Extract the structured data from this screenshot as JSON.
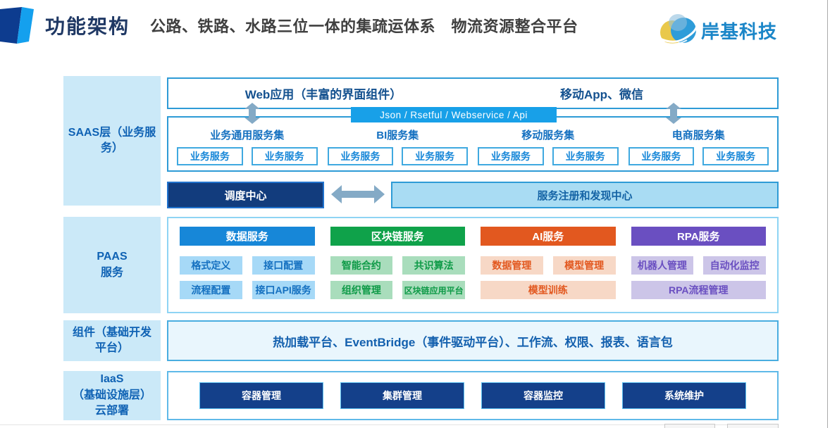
{
  "header": {
    "title": "功能架构",
    "subtitle": "公路、铁路、水路三位一体的集疏运体系　物流资源整合平台",
    "brand_name": "岸基科技",
    "title_color": "#1F3864",
    "brand_color": "#1B86C8"
  },
  "saas": {
    "label": "SAAS层（业务服\n务）",
    "web_app": "Web应用（丰富的界面组件）",
    "mobile_app": "移动App、微信",
    "api_bar": "Json  /  Rsetful  /  Webservice  /  Api",
    "api_bar_color": "#18A0E8",
    "groups": [
      {
        "name": "业务通用服务集",
        "services": [
          "业务服务",
          "业务服务"
        ]
      },
      {
        "name": "BI服务集",
        "services": [
          "业务服务",
          "业务服务"
        ]
      },
      {
        "name": "移动服务集",
        "services": [
          "业务服务",
          "业务服务"
        ]
      },
      {
        "name": "电商服务集",
        "services": [
          "业务服务",
          "业务服务"
        ]
      }
    ],
    "dispatch_center": "调度中心",
    "dispatch_bg": "#123C7D",
    "registry_center": "服务注册和发现中心",
    "registry_bg": "#A9DCF3"
  },
  "paas": {
    "label": "PAAS\n服务",
    "categories": [
      {
        "name": "数据服务",
        "color": "#1787D8",
        "item_bg": "#A6D9F7",
        "item_color": "#1470C0",
        "row1": [
          "格式定义",
          "接口配置"
        ],
        "row2": [
          "流程配置",
          "接口API服务"
        ]
      },
      {
        "name": "区块链服务",
        "color": "#0FA24A",
        "item_bg": "#A9DDBC",
        "item_color": "#0E9A47",
        "row1": [
          "智能合约",
          "共识算法"
        ],
        "row2": [
          "组织管理",
          "区块链应用平台"
        ]
      },
      {
        "name": "AI服务",
        "color": "#E2581F",
        "item_bg": "#F7D8C6",
        "item_color": "#E2581F",
        "row1": [
          "数据管理",
          "模型管理"
        ],
        "row2_wide": "模型训练"
      },
      {
        "name": "RPA服务",
        "color": "#6A4FC1",
        "item_bg": "#CCC5E8",
        "item_color": "#6A4FC1",
        "row1": [
          "机器人管理",
          "自动化监控"
        ],
        "row2_wide": "RPA流程管理"
      }
    ]
  },
  "components": {
    "label": "组件（基础开发\n平台）",
    "content": "热加载平台、EventBridge（事件驱动平台）、工作流、权限、报表、语言包"
  },
  "iaas": {
    "label": "IaaS\n（基础设施层）\n云部署",
    "items": [
      "容器管理",
      "集群管理",
      "容器监控",
      "系统维护"
    ],
    "item_bg": "#14408A"
  }
}
